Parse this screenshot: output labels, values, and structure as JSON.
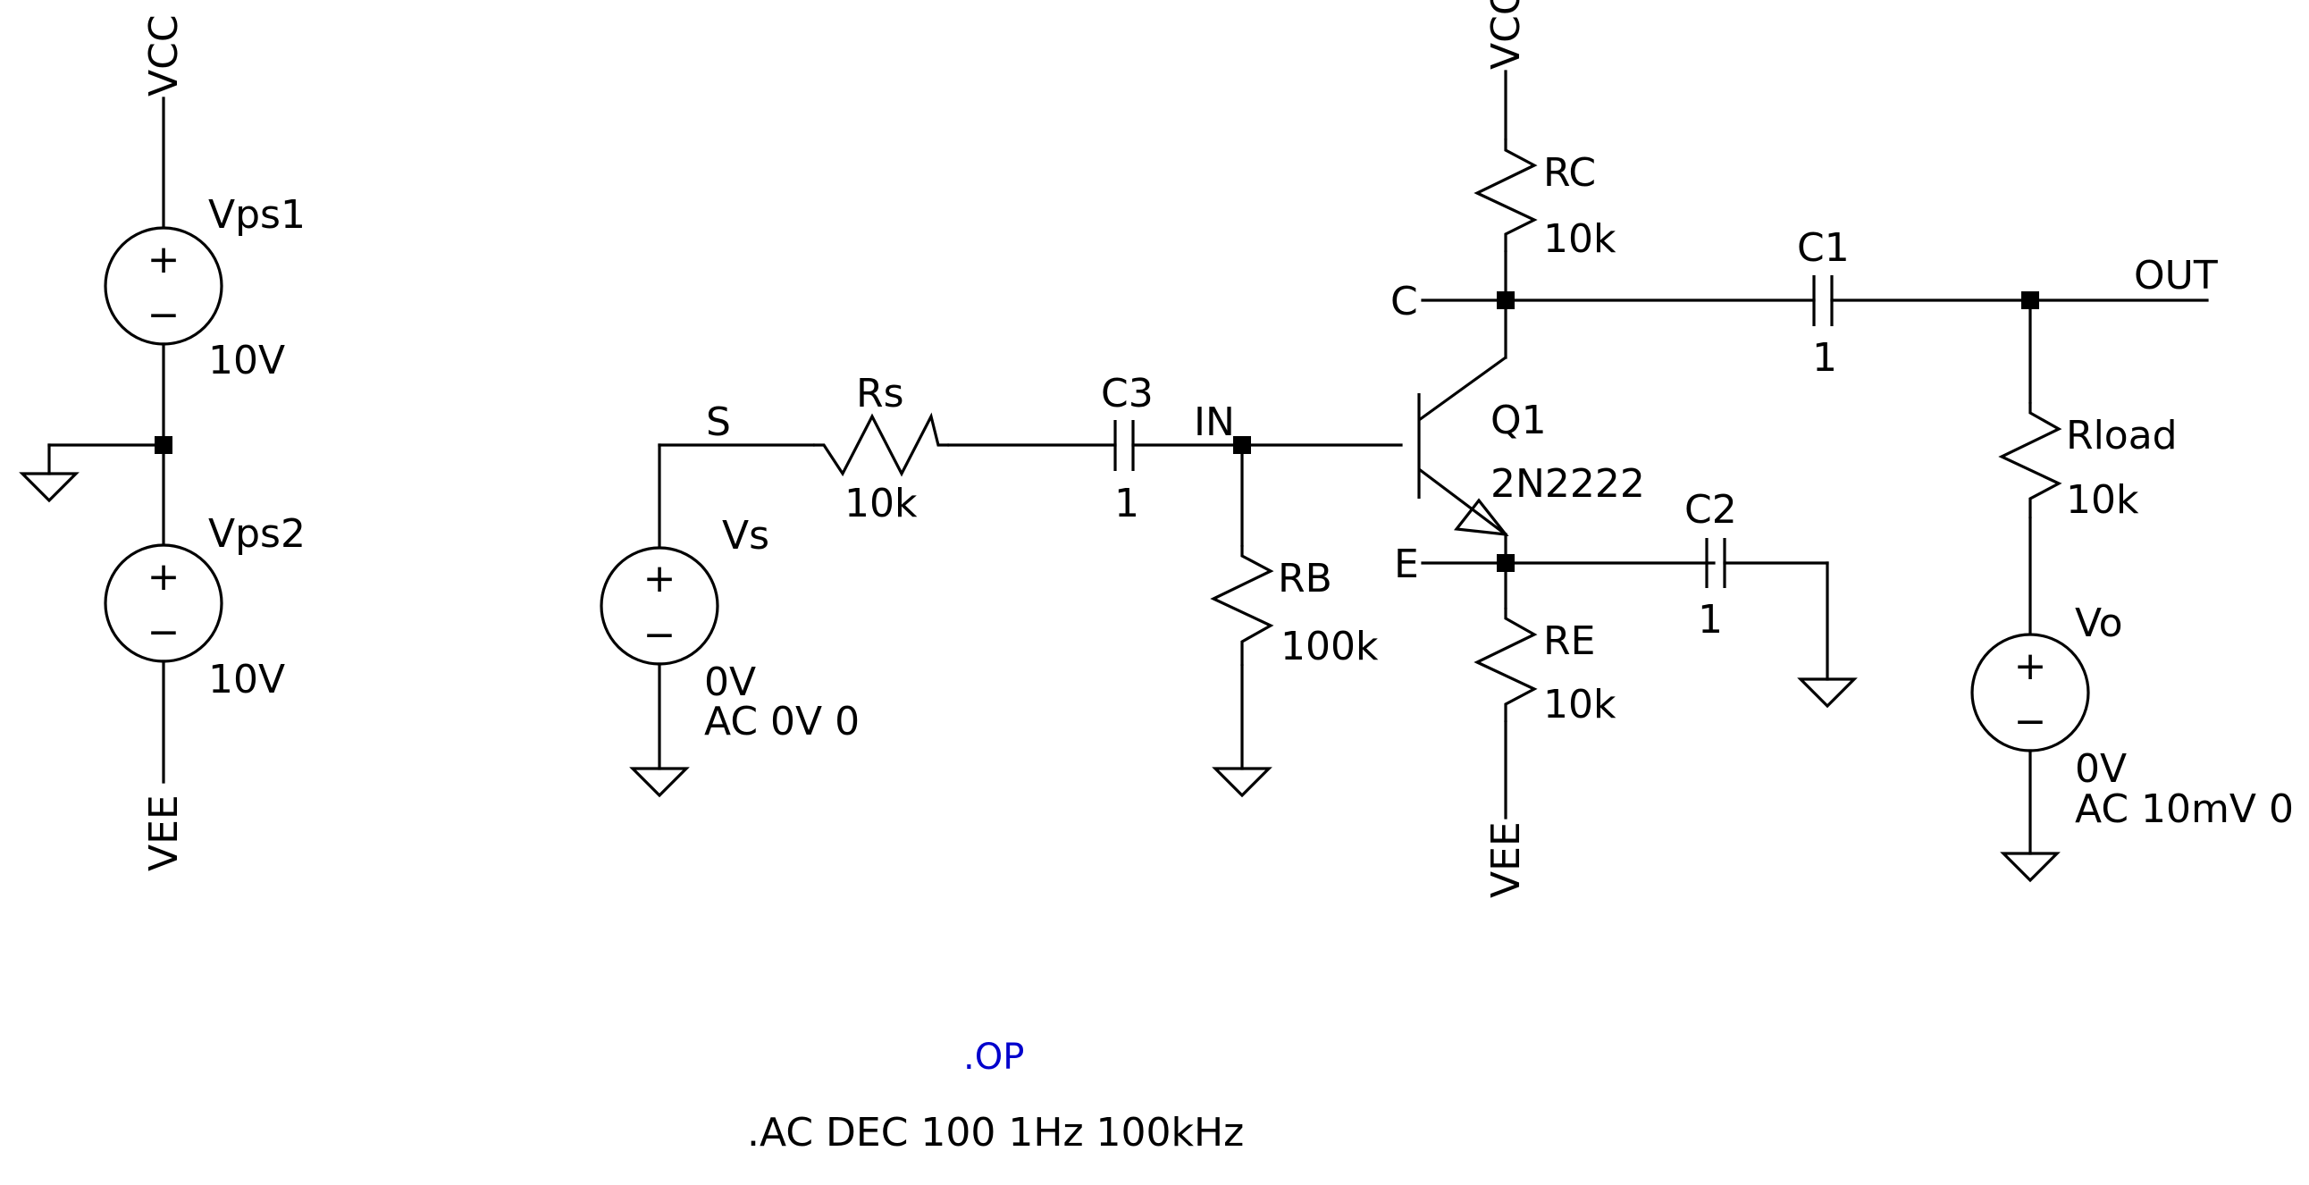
{
  "nets": {
    "vcc_left": "VCC",
    "vee_left": "VEE",
    "vcc_q1": "VCC",
    "vee_q1": "VEE",
    "s": "S",
    "in": "IN",
    "c": "C",
    "e": "E",
    "out": "OUT"
  },
  "components": {
    "vps1": {
      "name": "Vps1",
      "value": "10V"
    },
    "vps2": {
      "name": "Vps2",
      "value": "10V"
    },
    "vs": {
      "name": "Vs",
      "value": "0V",
      "ac": "AC 0V 0"
    },
    "rs": {
      "name": "Rs",
      "value": "10k"
    },
    "c3": {
      "name": "C3",
      "value": "1"
    },
    "rb": {
      "name": "RB",
      "value": "100k"
    },
    "q1": {
      "name": "Q1",
      "model": "2N2222"
    },
    "rc": {
      "name": "RC",
      "value": "10k"
    },
    "re": {
      "name": "RE",
      "value": "10k"
    },
    "c1": {
      "name": "C1",
      "value": "1"
    },
    "c2": {
      "name": "C2",
      "value": "1"
    },
    "rload": {
      "name": "Rload",
      "value": "10k"
    },
    "vo": {
      "name": "Vo",
      "value": "0V",
      "ac": "AC 10mV 0"
    }
  },
  "directives": {
    "op": ".OP",
    "ac": ".AC DEC 100 1Hz 100kHz"
  },
  "symbols": {
    "plus": "+",
    "minus": "−"
  },
  "colors": {
    "wire": "#000000",
    "directive_op": "#0000cc",
    "background": "#ffffff"
  }
}
